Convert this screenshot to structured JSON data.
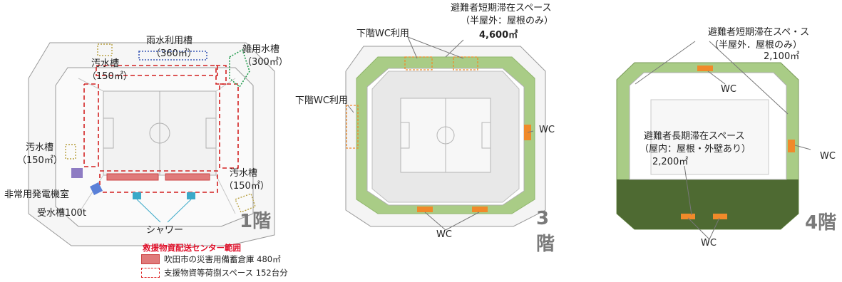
{
  "colors": {
    "storage": "#e07a7a",
    "space_dash": "#d22020",
    "rain": "#3a58b5",
    "misc": "#1f9a4b",
    "sewage": "#b8a040",
    "generator": "#8e7cc3",
    "tank": "#5a80d8",
    "shower": "#3aa9c8",
    "concourse": "#a9cc86",
    "roof": "#4e6a32",
    "wc": "#f08a2a",
    "floor_label": "#7a7a7a",
    "legend_title": "#e0102a"
  },
  "floor1": {
    "floor_label": "1階",
    "rain_tank": "雨水利用槽",
    "rain_tank_area": "（360㎡）",
    "misc_tank": "雑用水槽",
    "misc_tank_area": "（300㎡）",
    "sewage_top": "汚水槽",
    "sewage_top_area": "（150㎡）",
    "sewage_left": "汚水槽",
    "sewage_left_area": "（150㎡）",
    "sewage_right": "汚水槽",
    "sewage_right_area": "（150㎡）",
    "generator_room": "非常用発電機室",
    "water_tank": "受水槽100t",
    "shower": "シャワー",
    "legend": {
      "title": "救援物資配送センター範囲",
      "storage": "吹田市の災害用備蓄倉庫  480㎡",
      "space": "支援物資等荷捌スペース  152台分"
    }
  },
  "floor3": {
    "floor_label": "3階",
    "short_stay": "避難者短期滞在スペース",
    "short_stay_note": "（半屋外：屋根のみ）",
    "short_stay_area": "4,600㎡",
    "wc_downstairs_top": "下階WC利用",
    "wc_downstairs_left": "下階WC利用",
    "wc_right": "WC",
    "wc_bottom": "WC"
  },
  "floor4": {
    "floor_label": "4階",
    "short_stay": "避難者短期滞在スペ・ス",
    "short_stay_note": "（半屋外．屋根のみ）",
    "short_stay_area": "2,100㎡",
    "long_stay": "避難者長期滞在スペース",
    "long_stay_note": "（屋内：屋根・外壁あり）",
    "long_stay_area": "2,200㎡",
    "wc_top": "WC",
    "wc_right": "WC",
    "wc_bottom": "WC"
  }
}
